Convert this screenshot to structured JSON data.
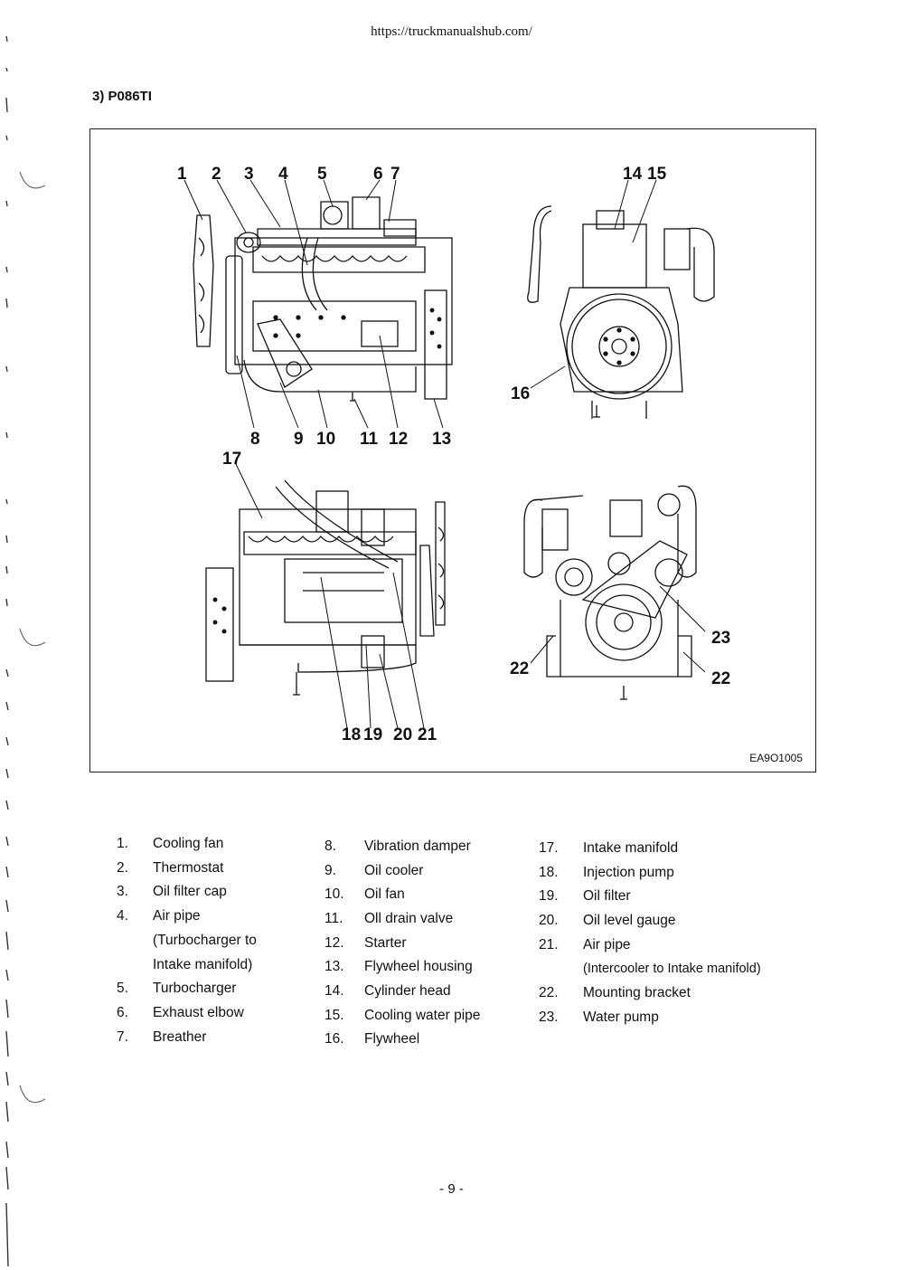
{
  "header": {
    "url": "https://truckmanualshub.com/"
  },
  "section": {
    "title": "3) P086TI"
  },
  "figure": {
    "code": "EA9O1005",
    "callouts": {
      "c1": "1",
      "c2": "2",
      "c3": "3",
      "c4": "4",
      "c5": "5",
      "c6": "6",
      "c7": "7",
      "c8": "8",
      "c9": "9",
      "c10": "10",
      "c11": "11",
      "c12": "12",
      "c13": "13",
      "c14": "14",
      "c15": "15",
      "c16": "16",
      "c17": "17",
      "c18": "18",
      "c19": "19",
      "c20": "20",
      "c21": "21",
      "c22a": "22",
      "c22b": "22",
      "c23": "23"
    }
  },
  "legend": {
    "col1": [
      {
        "num": "1.",
        "text": "Cooling fan"
      },
      {
        "num": "2.",
        "text": "Thermostat"
      },
      {
        "num": "3.",
        "text": "Oil filter cap"
      },
      {
        "num": "4.",
        "text": "Air pipe"
      },
      {
        "num": "",
        "text": "(Turbocharger to"
      },
      {
        "num": "",
        "text": "Intake manifold)"
      },
      {
        "num": "5.",
        "text": "Turbocharger"
      },
      {
        "num": "6.",
        "text": "Exhaust elbow"
      },
      {
        "num": "7.",
        "text": "Breather"
      }
    ],
    "col2": [
      {
        "num": "8.",
        "text": "Vibration damper"
      },
      {
        "num": "9.",
        "text": "Oil cooler"
      },
      {
        "num": "10.",
        "text": "Oil fan"
      },
      {
        "num": "11.",
        "text": "Oll drain valve"
      },
      {
        "num": "12.",
        "text": "Starter"
      },
      {
        "num": "13.",
        "text": "Flywheel housing"
      },
      {
        "num": "14.",
        "text": "Cylinder head"
      },
      {
        "num": "15.",
        "text": "Cooling water pipe"
      },
      {
        "num": "16.",
        "text": "Flywheel"
      }
    ],
    "col3": [
      {
        "num": "17.",
        "text": "Intake manifold"
      },
      {
        "num": "18.",
        "text": "Injection pump"
      },
      {
        "num": "19.",
        "text": "Oil filter"
      },
      {
        "num": "20.",
        "text": "Oil level gauge"
      },
      {
        "num": "21.",
        "text": "Air pipe"
      },
      {
        "num": "",
        "text": "(Intercooler to Intake manifold)"
      },
      {
        "num": "22.",
        "text": "Mounting bracket"
      },
      {
        "num": "23.",
        "text": "Water pump"
      }
    ]
  },
  "footer": {
    "page_number": "- 9 -"
  }
}
